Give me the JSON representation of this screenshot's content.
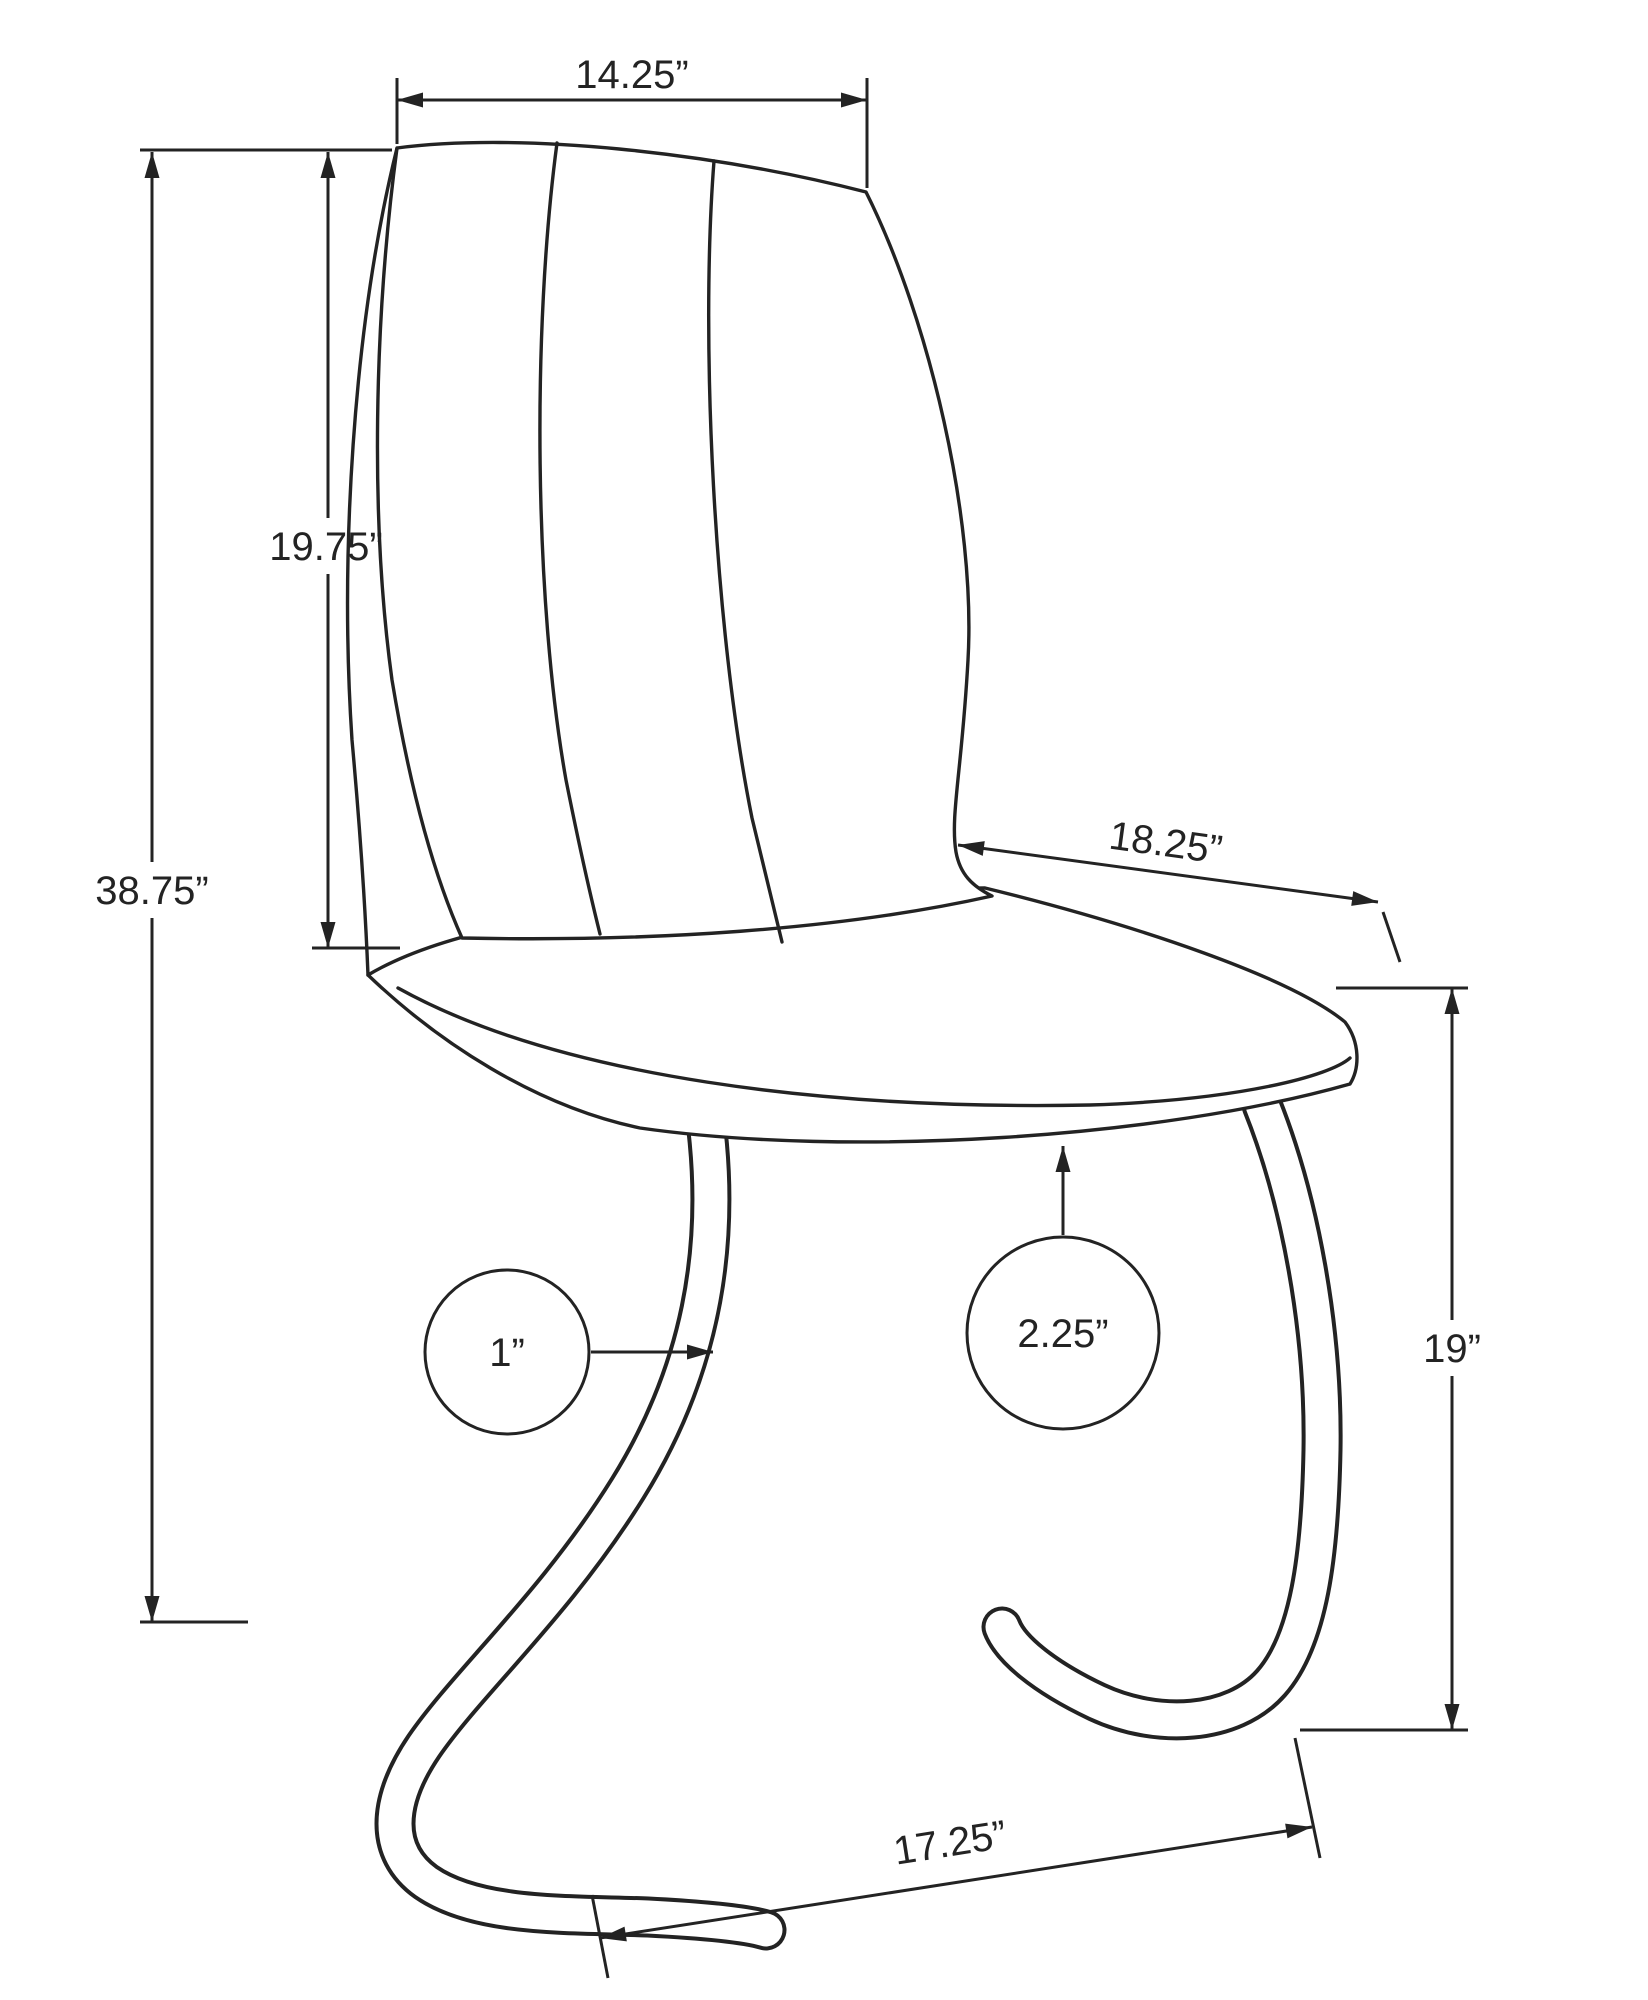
{
  "diagram": {
    "background_color": "#ffffff",
    "line_color": "#232323",
    "dimensions": {
      "top_width": "14.25”",
      "backrest_height": "19.75”",
      "overall_height": "38.75”",
      "seat_depth": "18.25”",
      "seat_height": "19”",
      "base_depth": "17.25”",
      "leg_tube_diameter": "1”",
      "seat_thickness": "2.25”"
    }
  }
}
